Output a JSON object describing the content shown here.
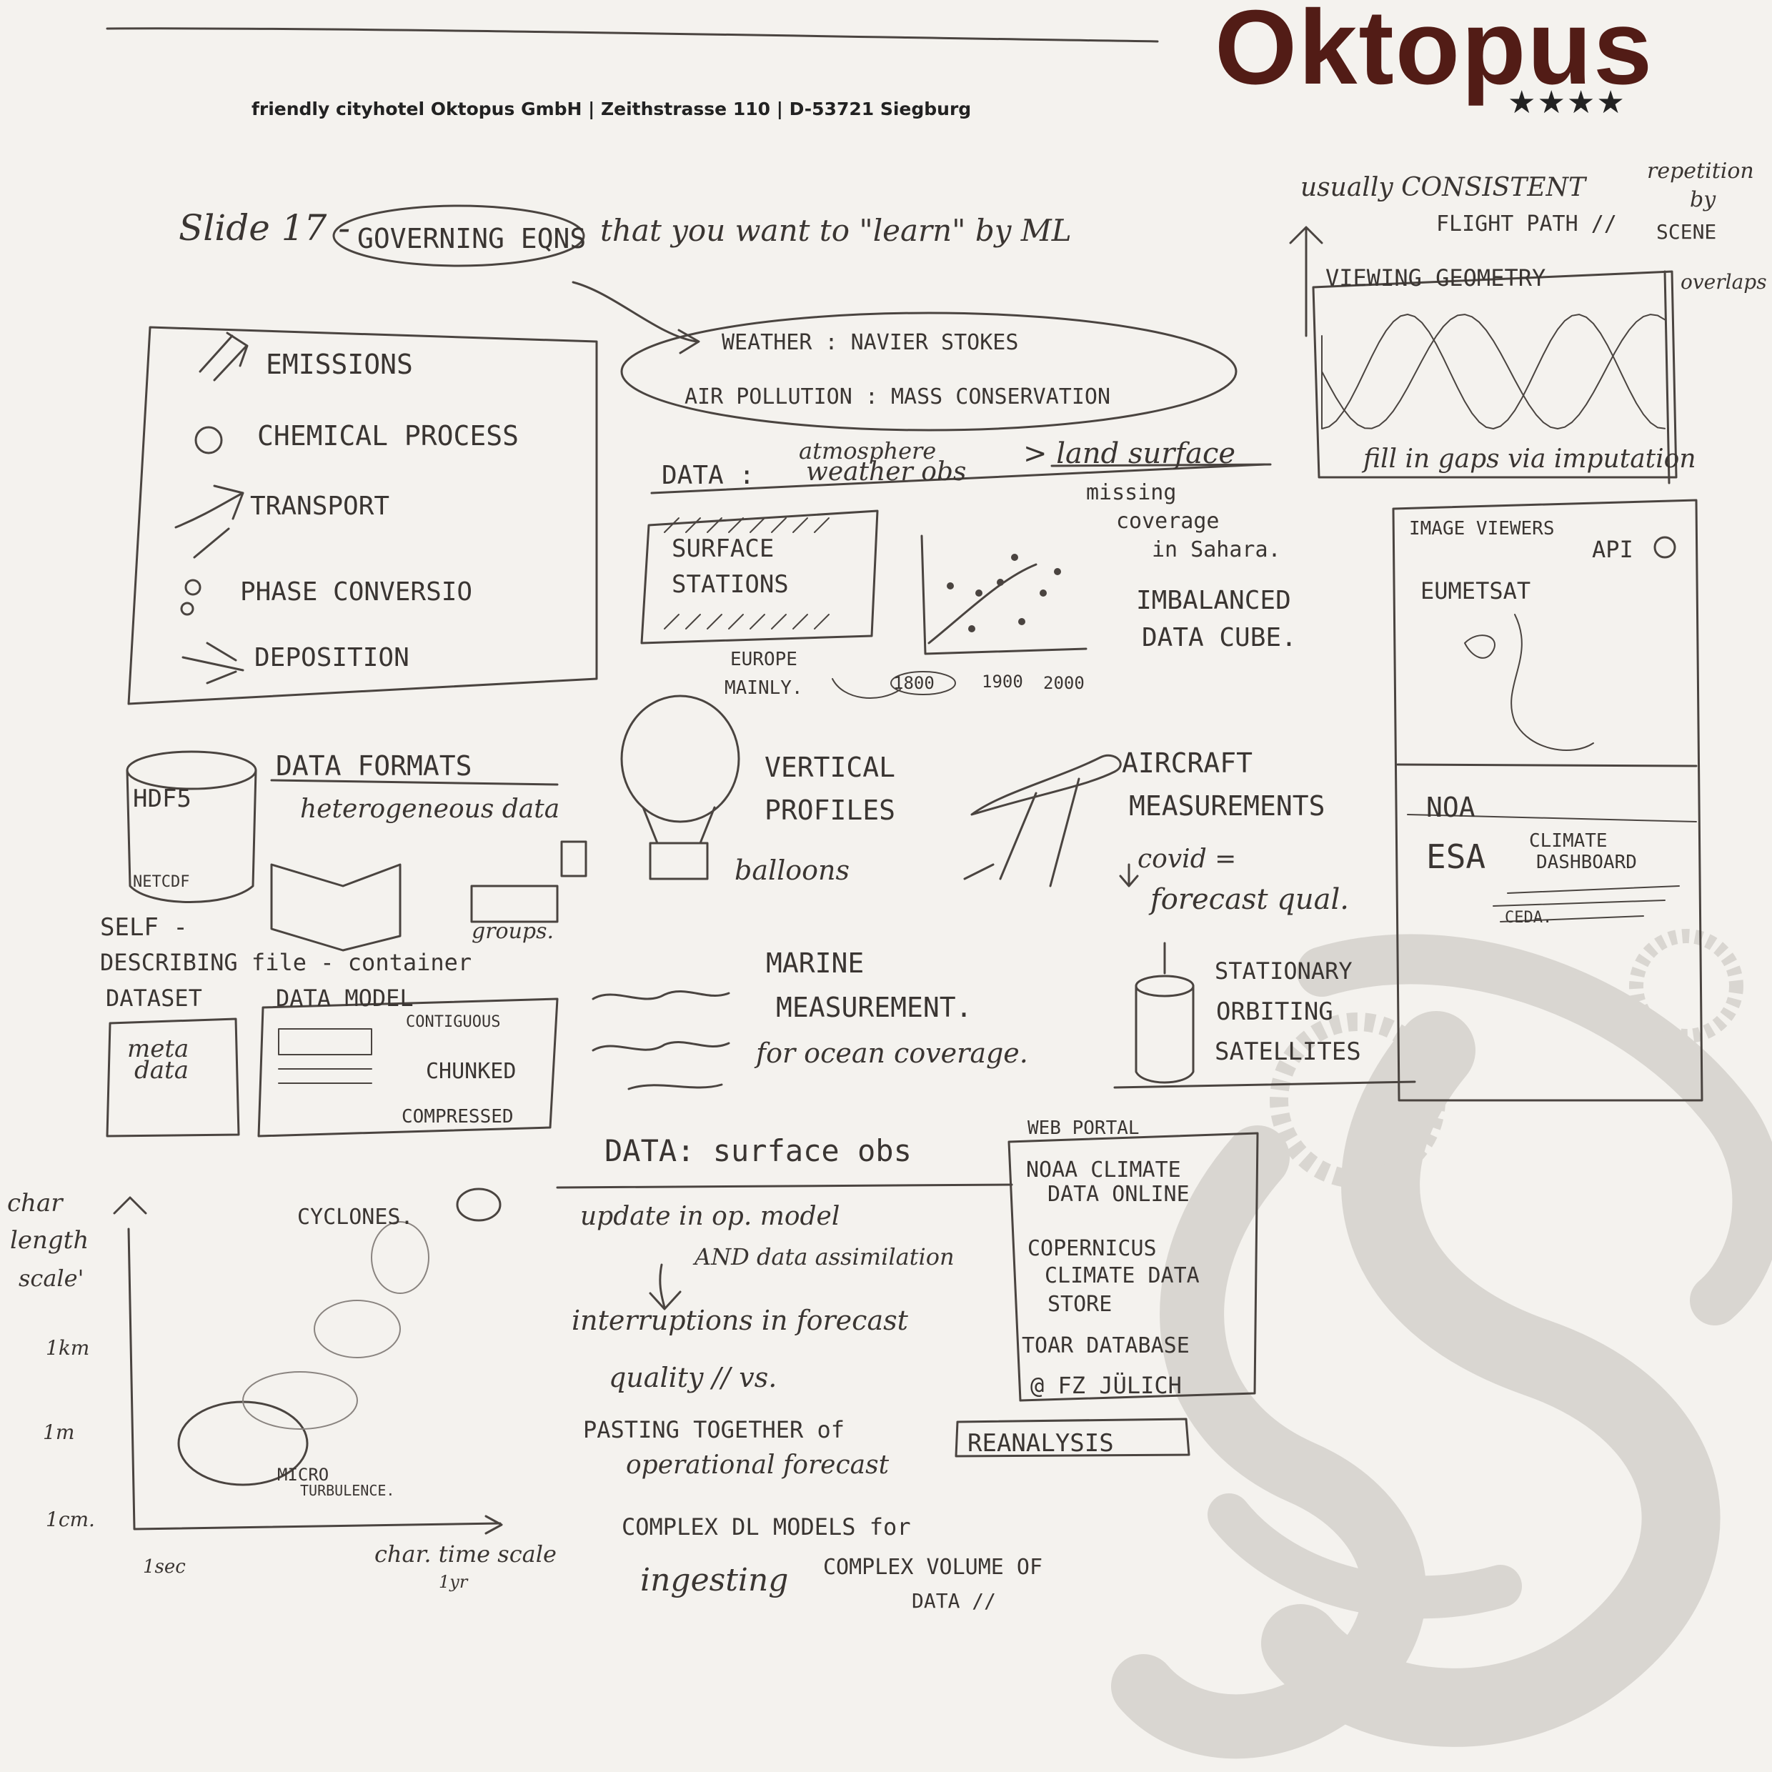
{
  "letterhead": {
    "brand": "Oktopus",
    "stars": "★★★★",
    "address": "friendly cityhotel Oktopus GmbH | Zeithstrasse 110 | D-53721 Siegburg",
    "brand_color": "#521c16"
  },
  "title": {
    "slide": "Slide 17 -",
    "circled": "GOVERNING EQNS",
    "rest": "that you want to \"learn\" by ML"
  },
  "governing_eqns": {
    "weather": "WEATHER : NAVIER STOKES",
    "air_pollution": "AIR POLLUTION : MASS CONSERVATION"
  },
  "processes": [
    "EMISSIONS",
    "CHEMICAL PROCESS",
    "TRANSPORT",
    "PHASE CONVERSIO",
    "DEPOSITION"
  ],
  "flight_path": {
    "top1": "usually CONSISTENT",
    "top2": "FLIGHT PATH //",
    "side1": "repetition",
    "side2": "by",
    "side3": "SCENE",
    "side4": "overlaps",
    "box_label": "VIEWING GEOMETRY",
    "fill": "fill in gaps via imputation"
  },
  "data_atmo": {
    "label": "DATA :",
    "top": "atmosphere",
    "bottom": "weather obs",
    "land": "> land surface",
    "missing1": "missing",
    "missing2": "coverage",
    "missing3": "in Sahara.",
    "surface1": "SURFACE",
    "surface2": "STATIONS",
    "europe1": "EUROPE",
    "europe2": "MAINLY.",
    "year1": "1800",
    "year2": "1900",
    "year3": "2000",
    "imbalanced1": "IMBALANCED",
    "imbalanced2": "DATA CUBE."
  },
  "image_viewers": {
    "title": "IMAGE VIEWERS",
    "api": "API",
    "eumetsat": "EUMETSAT",
    "noa": "NOA",
    "esa": "ESA",
    "climate1": "CLIMATE",
    "climate2": "DASHBOARD",
    "ceda": "CEDA."
  },
  "data_formats": {
    "title": "DATA FORMATS",
    "hdf5": "HDF5",
    "netcdf": "NETCDF",
    "hetero": "heterogeneous data",
    "groups": "groups.",
    "self1": "SELF -",
    "self2": "DESCRIBING file - container",
    "dataset": "DATASET",
    "datamodel": "DATA MODEL",
    "meta1": "meta",
    "meta2": "data",
    "contiguous": "CONTIGUOUS",
    "chunked": "CHUNKED",
    "compressed": "COMPRESSED"
  },
  "vertical": {
    "line1": "VERTICAL",
    "line2": "PROFILES",
    "balloons": "balloons"
  },
  "aircraft": {
    "line1": "AIRCRAFT",
    "line2": "MEASUREMENTS",
    "covid1": "covid =",
    "covid2": "forecast qual."
  },
  "marine": {
    "line1": "MARINE",
    "line2": "MEASUREMENT.",
    "line3": "for ocean coverage."
  },
  "satellites": {
    "line1": "STATIONARY",
    "line2": "ORBITING",
    "line3": "SATELLITES"
  },
  "scale_chart": {
    "ylabel1": "char",
    "ylabel2": "length",
    "ylabel3": "scale'",
    "tick_1km": "1km",
    "tick_1m": "1m",
    "tick_1cm": "1cm.",
    "tick_1sec": "1sec",
    "xlabel": "char. time scale",
    "tick_1yr": "1yr",
    "cyclones": "CYCLONES.",
    "micro1": "MICRO",
    "micro2": "TURBULENCE."
  },
  "surface_obs": {
    "title": "DATA: surface obs",
    "update": "update in op. model",
    "assim": "AND data assimilation",
    "interrupt": "interruptions in forecast",
    "quality": "quality // vs.",
    "pasting": "PASTING TOGETHER of",
    "operational": "operational forecast",
    "reanalysis": "REANALYSIS",
    "complex_dl": "COMPLEX DL MODELS for",
    "ingesting": "ingesting",
    "complex_vol": "COMPLEX VOLUME OF",
    "data": "DATA //"
  },
  "web_portal": {
    "title": "WEB PORTAL",
    "noaa1": "NOAA CLIMATE",
    "noaa2": "DATA ONLINE",
    "cop1": "COPERNICUS",
    "cop2": "CLIMATE DATA",
    "cop3": "STORE",
    "toar": "TOAR DATABASE",
    "fz": "@ FZ JÜLICH"
  }
}
